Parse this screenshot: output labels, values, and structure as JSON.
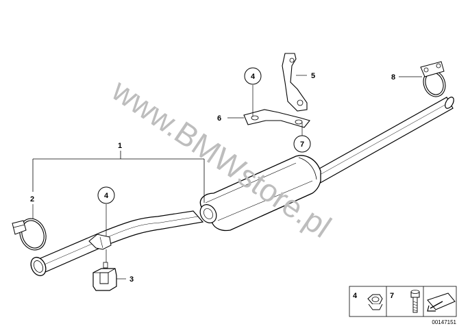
{
  "diagram": {
    "watermark": "www.BMWstore.pl",
    "part_labels": {
      "p1": "1",
      "p2": "2",
      "p3": "3",
      "p4a": "4",
      "p4b": "4",
      "p5": "5",
      "p6": "6",
      "p7": "7",
      "p8": "8"
    },
    "legend": {
      "item4": "4",
      "item7": "7"
    },
    "catalog_number": "00147151"
  }
}
